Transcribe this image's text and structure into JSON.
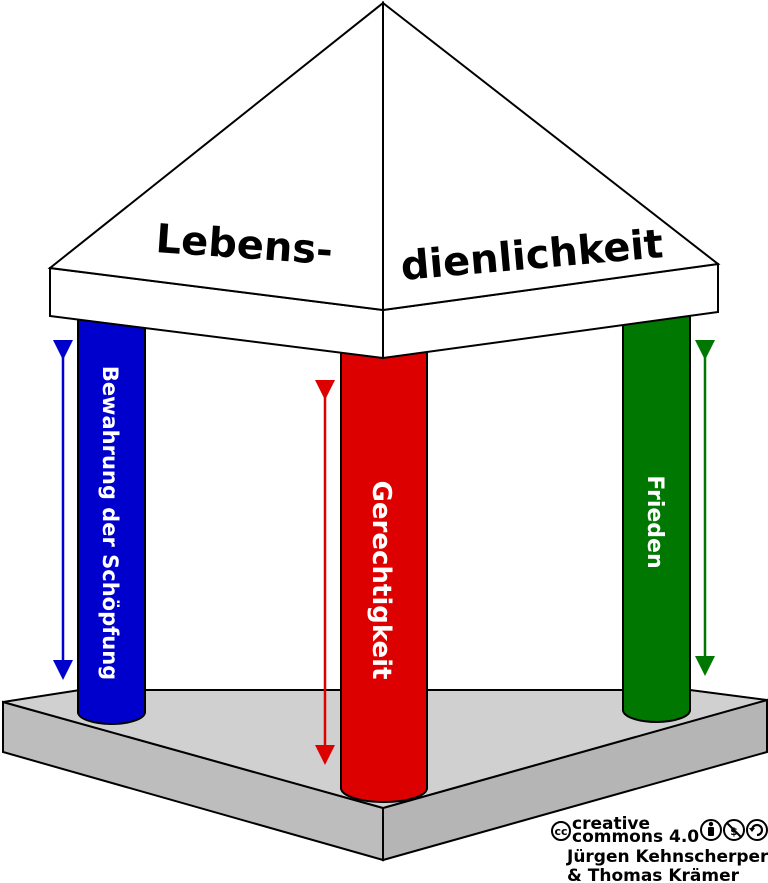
{
  "roof": {
    "left_text": "Lebens-",
    "right_text": "dienlichkeit"
  },
  "pillars": [
    {
      "label": "Bewahrung der Schöpfung",
      "color": "#0000cc"
    },
    {
      "label": "Gerechtigkeit",
      "color": "#dd0000"
    },
    {
      "label": "Frieden",
      "color": "#007700"
    }
  ],
  "credits": {
    "license_line1": "creative",
    "license_line2": "commons 4.0",
    "cc_symbol": "cc",
    "author_line1": "Jürgen Kehnscherper",
    "author_line2": "& Thomas Krämer",
    "icons": [
      "cc-icon",
      "by-icon",
      "nc-icon",
      "sa-icon"
    ]
  },
  "colors": {
    "base_top": "#d0d0d0",
    "base_side": "#bdbdbd",
    "roof": "#ffffff",
    "outline": "#000000"
  }
}
